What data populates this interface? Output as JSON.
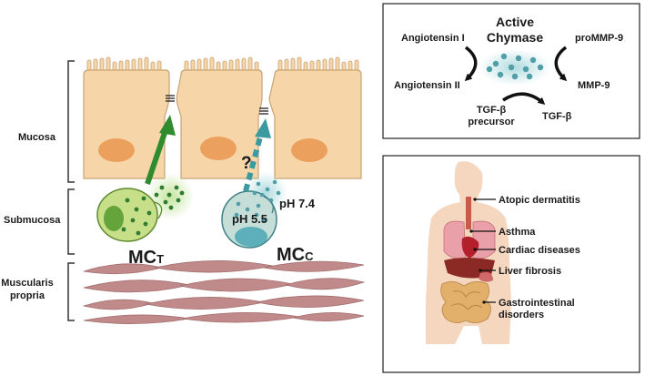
{
  "layers": {
    "mucosa": "Mucosa",
    "submucosa": "Submucosa",
    "muscularis_line1": "Muscularis",
    "muscularis_line2": "propria"
  },
  "cells": {
    "mct_main": "MC",
    "mct_sub": "T",
    "mcc_main": "MC",
    "mcc_sub": "C",
    "ph_inside": "pH 5.5",
    "ph_outside": "pH 7.4",
    "question": "?"
  },
  "chymase": {
    "title_line1": "Active",
    "title_line2": "Chymase",
    "angiotensin_1": "Angiotensin I",
    "angiotensin_2": "Angiotensin II",
    "prommp9": "proMMP-9",
    "mmp9": "MMP-9",
    "tgfb_precursor_line1": "TGF-β",
    "tgfb_precursor_line2": "precursor",
    "tgfb": "TGF-β"
  },
  "diseases": {
    "atopic": "Atopic dermatitis",
    "asthma": "Asthma",
    "cardiac": "Cardiac diseases",
    "liver": "Liver fibrosis",
    "gi_line1": "Gastrointestinal",
    "gi_line2": "disorders"
  },
  "colors": {
    "epithelium": "#f6d6a8",
    "epithelium_stroke": "#c9a273",
    "nucleus": "#eba05e",
    "muscle": "#c08a8a",
    "mct_body": "#c7df88",
    "mct_nucleus": "#64a43a",
    "mct_granule": "#2e7d32",
    "mcc_body": "#c5dfd8",
    "mcc_nucleus": "#5db0bb",
    "mcc_granule": "#4f9ea8",
    "arrow_green": "#2e8b2e",
    "arrow_teal": "#3a9aa0",
    "body_skin": "#f5d6bf"
  }
}
